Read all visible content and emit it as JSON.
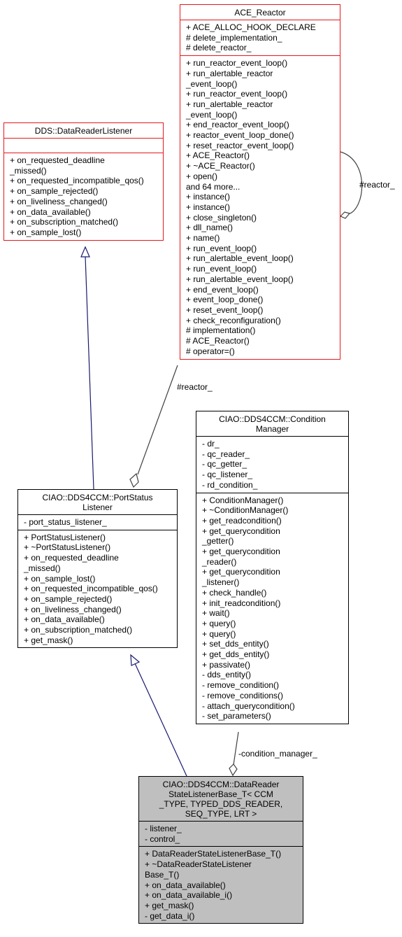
{
  "ace_reactor": {
    "title": "ACE_Reactor",
    "attributes": [
      "+ ACE_ALLOC_HOOK_DECLARE",
      "# delete_implementation_",
      "# delete_reactor_"
    ],
    "methods": [
      "+ run_reactor_event_loop()",
      "+ run_alertable_reactor",
      "_event_loop()",
      "+ run_reactor_event_loop()",
      "+ run_alertable_reactor",
      "_event_loop()",
      "+ end_reactor_event_loop()",
      "+ reactor_event_loop_done()",
      "+ reset_reactor_event_loop()",
      "+ ACE_Reactor()",
      "+ ~ACE_Reactor()",
      "+ open()",
      "and 64 more...",
      "+ instance()",
      "+ instance()",
      "+ close_singleton()",
      "+ dll_name()",
      "+ name()",
      "+ run_event_loop()",
      "+ run_alertable_event_loop()",
      "+ run_event_loop()",
      "+ run_alertable_event_loop()",
      "+ end_event_loop()",
      "+ event_loop_done()",
      "+ reset_event_loop()",
      "+ check_reconfiguration()",
      "# implementation()",
      "# ACE_Reactor()",
      "# operator=()"
    ]
  },
  "data_reader_listener": {
    "title": "DDS::DataReaderListener",
    "attributes": [],
    "methods": [
      "+ on_requested_deadline",
      "_missed()",
      "+ on_requested_incompatible_qos()",
      "+ on_sample_rejected()",
      "+ on_liveliness_changed()",
      "+ on_data_available()",
      "+ on_subscription_matched()",
      "+ on_sample_lost()"
    ]
  },
  "condition_manager": {
    "title": [
      "CIAO::DDS4CCM::Condition",
      "Manager"
    ],
    "attributes": [
      "- dr_",
      "- qc_reader_",
      "- qc_getter_",
      "- qc_listener_",
      "- rd_condition_"
    ],
    "methods": [
      "+ ConditionManager()",
      "+ ~ConditionManager()",
      "+ get_readcondition()",
      "+ get_querycondition",
      "_getter()",
      "+ get_querycondition",
      "_reader()",
      "+ get_querycondition",
      "_listener()",
      "+ check_handle()",
      "+ init_readcondition()",
      "+ wait()",
      "+ query()",
      "+ query()",
      "+ set_dds_entity()",
      "+ get_dds_entity()",
      "+ passivate()",
      "- dds_entity()",
      "- remove_condition()",
      "- remove_conditions()",
      "- attach_querycondition()",
      "- set_parameters()"
    ]
  },
  "port_status_listener": {
    "title": [
      "CIAO::DDS4CCM::PortStatus",
      "Listener"
    ],
    "attributes": [
      "- port_status_listener_"
    ],
    "methods": [
      "+ PortStatusListener()",
      "+ ~PortStatusListener()",
      "+ on_requested_deadline",
      "_missed()",
      "+ on_sample_lost()",
      "+ on_requested_incompatible_qos()",
      "+ on_sample_rejected()",
      "+ on_liveliness_changed()",
      "+ on_data_available()",
      "+ on_subscription_matched()",
      "+ get_mask()"
    ]
  },
  "state_listener_base": {
    "title": [
      "CIAO::DDS4CCM::DataReader",
      "StateListenerBase_T< CCM",
      "_TYPE, TYPED_DDS_READER,",
      "SEQ_TYPE, LRT >"
    ],
    "attributes": [
      "- listener_",
      "- control_"
    ],
    "methods": [
      "+ DataReaderStateListenerBase_T()",
      "+ ~DataReaderStateListener",
      "Base_T()",
      "+ on_data_available()",
      "+ on_data_available_i()",
      "+ get_mask()",
      "- get_data_i()"
    ]
  },
  "edge_labels": {
    "reactor_self": "#reactor_",
    "reactor_port": "#reactor_",
    "condition_manager": "-condition_manager_"
  },
  "colors": {
    "inheritance_line": "#191970",
    "composition_line": "#404040",
    "external_border": "#e31a1c",
    "focus_fill": "#bfbfbf"
  }
}
